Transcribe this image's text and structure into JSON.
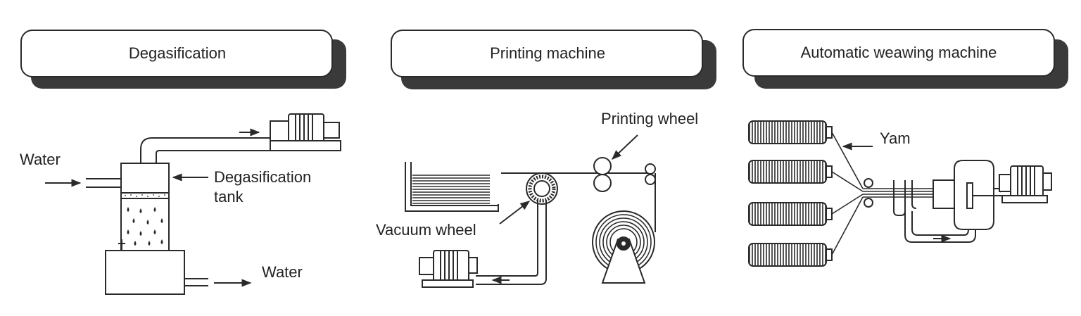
{
  "panels": [
    {
      "title": "Degasification",
      "labels": {
        "water_in": "Water",
        "tank_line1": "Degasification",
        "tank_line2": "tank",
        "water_out": "Water"
      }
    },
    {
      "title": "Printing machine",
      "labels": {
        "printing_wheel": "Printing wheel",
        "vacuum_wheel": "Vacuum wheel"
      }
    },
    {
      "title": "Automatic weawing machine",
      "labels": {
        "yarn": "Yam"
      }
    }
  ],
  "colors": {
    "line": "#2a2a2a",
    "shadow": "#3a3a3a",
    "fill": "#ffffff"
  }
}
